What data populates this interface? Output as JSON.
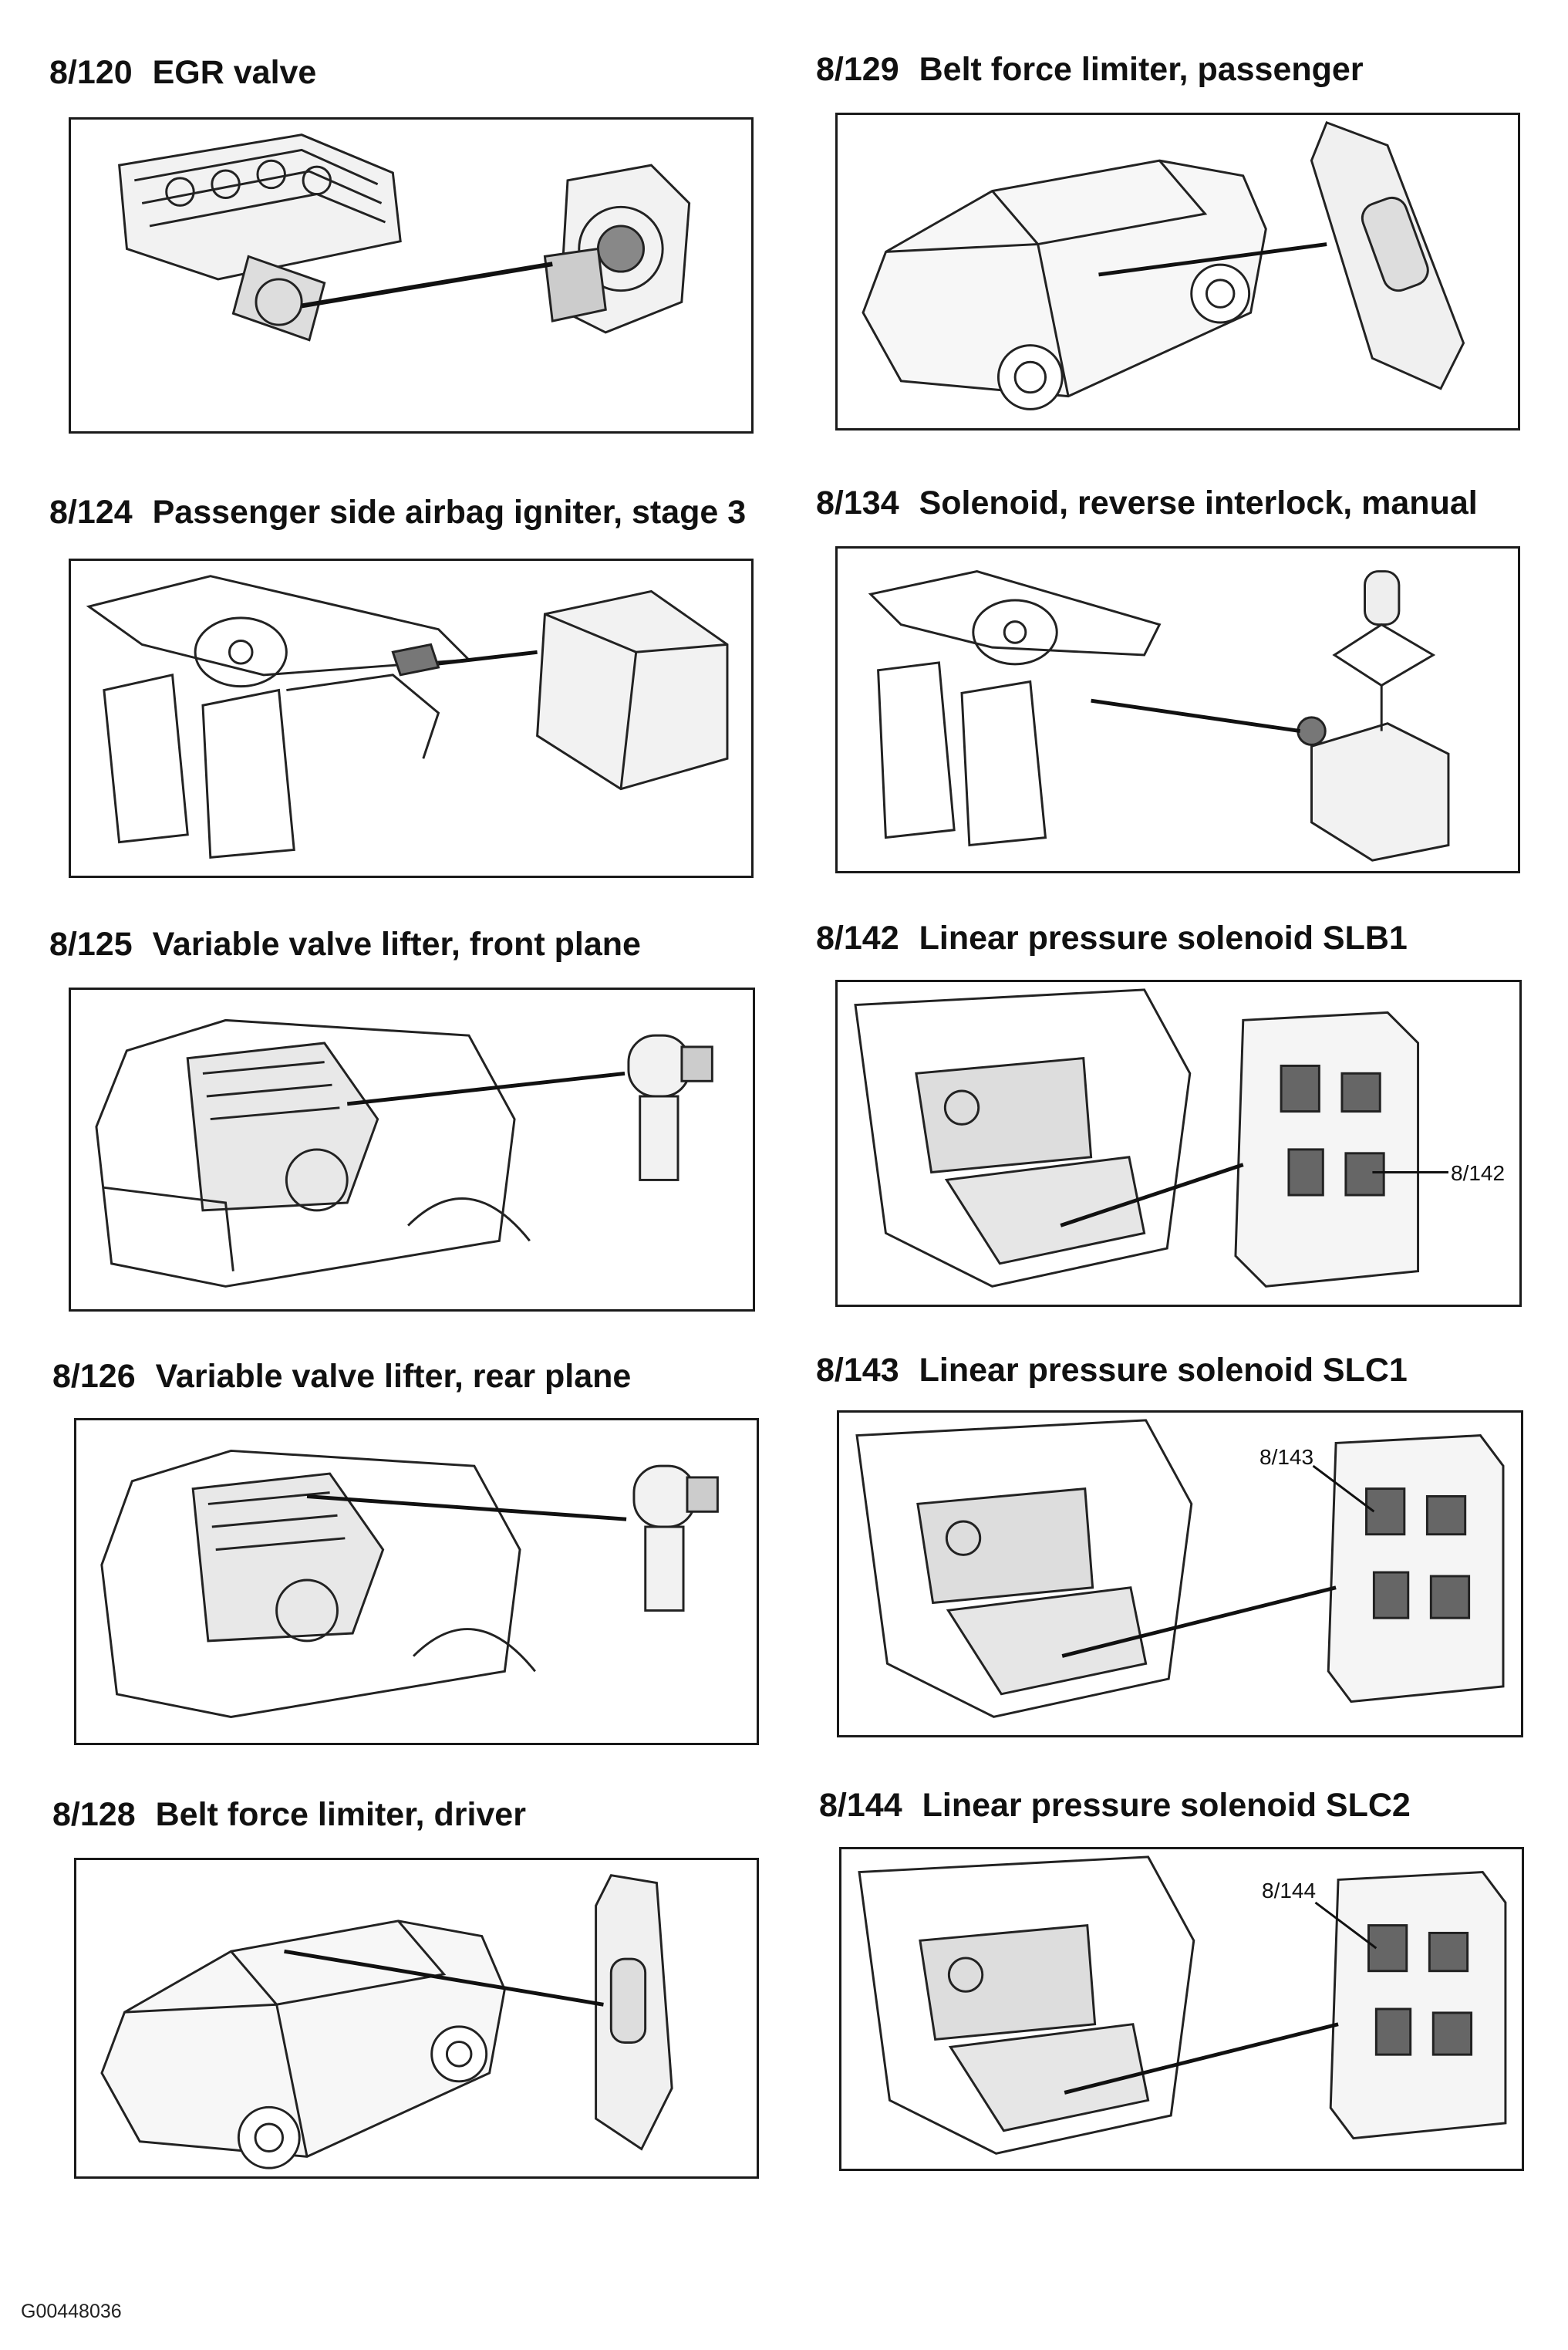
{
  "panels": [
    {
      "num": "8/120",
      "label": "EGR valve",
      "art": "engine-egr"
    },
    {
      "num": "8/129",
      "label": "Belt force limiter, passenger",
      "art": "car-belt"
    },
    {
      "num": "8/124",
      "label": "Passenger side airbag igniter, stage 3",
      "art": "interior-airbag"
    },
    {
      "num": "8/134",
      "label": "Solenoid, reverse interlock, manual",
      "art": "interior-shifter"
    },
    {
      "num": "8/125",
      "label": "Variable valve lifter, front plane",
      "art": "engine-bay-valve"
    },
    {
      "num": "8/142",
      "label": "Linear pressure solenoid SLB1",
      "art": "transmission-valve-body",
      "callout": "8/142"
    },
    {
      "num": "8/126",
      "label": "Variable valve lifter, rear plane",
      "art": "engine-bay-valve"
    },
    {
      "num": "8/143",
      "label": "Linear pressure solenoid SLC1",
      "art": "transmission-valve-body",
      "callout": "8/143"
    },
    {
      "num": "8/128",
      "label": "Belt force limiter, driver",
      "art": "car-belt"
    },
    {
      "num": "8/144",
      "label": "Linear pressure solenoid SLC2",
      "art": "transmission-valve-body",
      "callout": "8/144"
    }
  ],
  "footer": {
    "code": "G00448036"
  }
}
